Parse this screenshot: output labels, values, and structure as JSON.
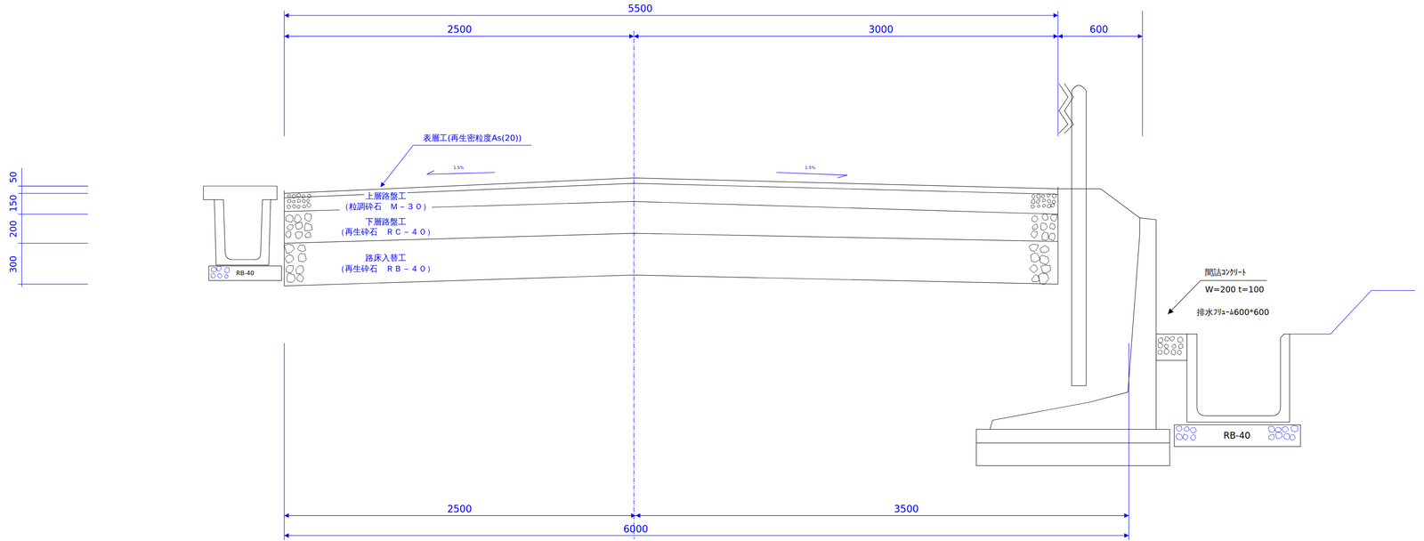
{
  "diagram": {
    "labels": [
      "5500",
      "2500",
      "3000",
      "600",
      "50",
      "150",
      "200",
      "300",
      "表層工(再生密粒度As(20))",
      "1.5%",
      "1.5%",
      "上層路盤工",
      "（粒調砕石　Ｍ－３０）",
      "下層路盤工",
      "（再生砕石　ＲＣ－４０）",
      "路床入替工",
      "（再生砕石　ＲＢ－４０）",
      "RB-40",
      "間詰ｺﾝｸﾘｰﾄ",
      "W=200 t=100",
      "排水ﾌﾘｭｰﾑ600*600",
      "RB-40",
      "2500",
      "3500",
      "6000"
    ]
  }
}
